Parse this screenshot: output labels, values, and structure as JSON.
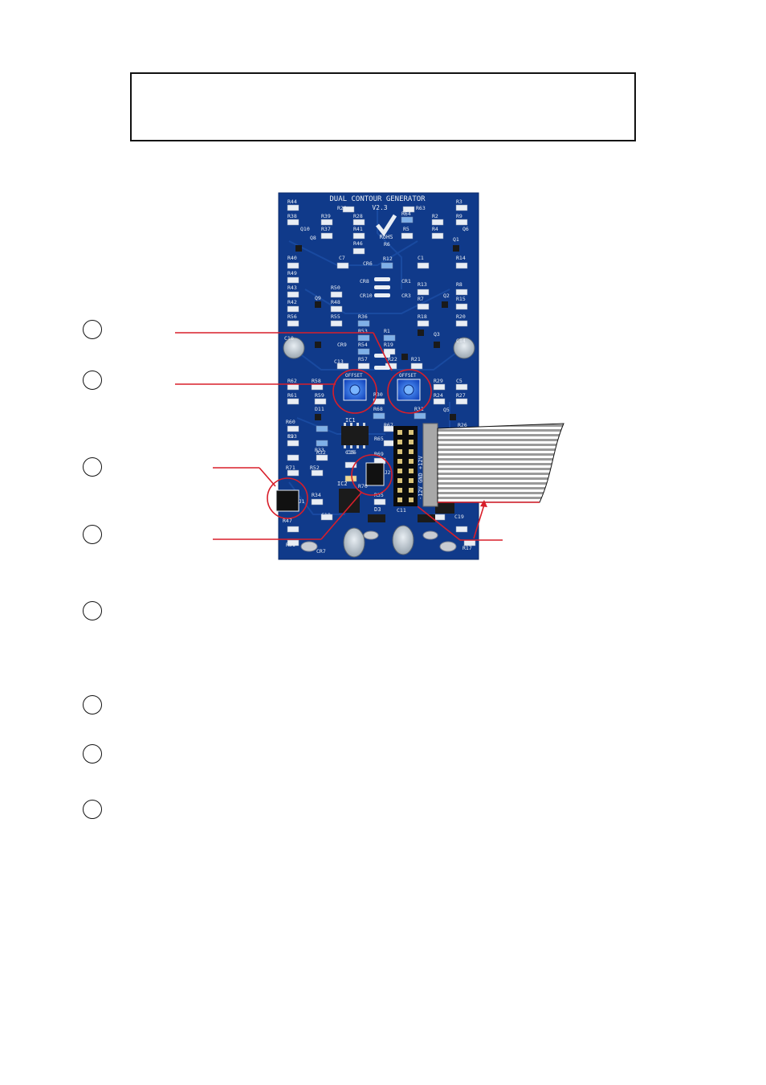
{
  "board": {
    "title": "DUAL CONTOUR GENERATOR",
    "version": "V2.3",
    "rohs": "RoHS",
    "trimmer_left_label": "OFFSET",
    "trimmer_right_label": "OFFSET",
    "ic1": "IC1",
    "ic2": "IC2",
    "j1": "J1",
    "j2": "J2",
    "d3": "D3",
    "power_pins": "-12V GND +12V",
    "labels": [
      "R44",
      "R29",
      "R63",
      "R3",
      "R38",
      "R39",
      "R28",
      "R64",
      "R2",
      "R9",
      "Q10",
      "R37",
      "R41",
      "R5",
      "R4",
      "Q6",
      "Q8",
      "R46",
      "R6",
      "R40",
      "C7",
      "R12",
      "C1",
      "R14",
      "R49",
      "CR6",
      "R43",
      "R50",
      "CR8",
      "CR1",
      "R13",
      "R8",
      "R42",
      "R48",
      "CR10",
      "R7",
      "R15",
      "CR3",
      "R56",
      "R55",
      "R36",
      "R18",
      "R20",
      "CR9",
      "R53",
      "R1",
      "R54",
      "R19",
      "R57",
      "R22",
      "R21",
      "R62",
      "R58",
      "R30",
      "R29",
      "R23",
      "C5",
      "R61",
      "R59",
      "R24",
      "R27",
      "R60",
      "D11",
      "R68",
      "R31",
      "Q5",
      "R26",
      "R33",
      "R67",
      "C9",
      "C15",
      "R65",
      "R32",
      "R71",
      "R52",
      "R69",
      "C4",
      "R34",
      "R70",
      "R35",
      "R47",
      "C18",
      "C11",
      "C19",
      "R51",
      "CR7",
      "R17",
      "C10",
      "C13",
      "C16",
      "C14",
      "Q9",
      "Q3",
      "Q2",
      "Q1"
    ]
  }
}
